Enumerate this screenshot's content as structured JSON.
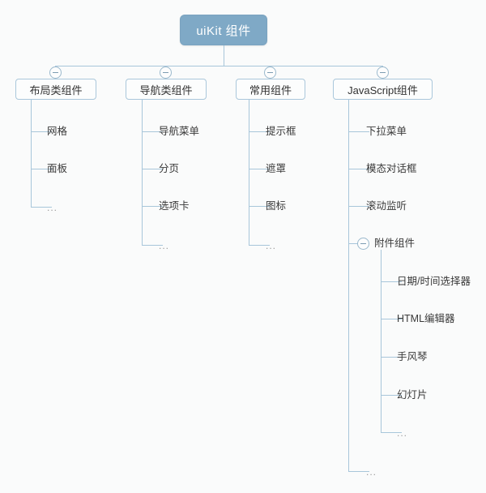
{
  "diagram": {
    "title": "uiKit 组件",
    "type": "mindmap-tree",
    "colors": {
      "root_fill": "#7fa9c6",
      "root_text": "#ffffff",
      "branch_fill": "#fcfdfd",
      "branch_border": "#aac7db",
      "connector": "#a8c6da",
      "leaf_text": "#3a3a3a",
      "ellipsis_text": "#9a9a9a",
      "background": "#fafbfb"
    },
    "root": {
      "label": "uiKit 组件",
      "collapsed": false
    },
    "branches": [
      {
        "label": "布局类组件",
        "toggle": "minus",
        "children": [
          {
            "label": "网格"
          },
          {
            "label": "面板"
          },
          {
            "label": "..."
          }
        ]
      },
      {
        "label": "导航类组件",
        "toggle": "minus",
        "children": [
          {
            "label": "导航菜单"
          },
          {
            "label": "分页"
          },
          {
            "label": "选项卡"
          },
          {
            "label": "..."
          }
        ]
      },
      {
        "label": "常用组件",
        "toggle": "minus",
        "children": [
          {
            "label": "提示框"
          },
          {
            "label": "遮罩"
          },
          {
            "label": "图标"
          },
          {
            "label": "..."
          }
        ]
      },
      {
        "label": "JavaScript组件",
        "toggle": "minus",
        "children": [
          {
            "label": "下拉菜单"
          },
          {
            "label": "模态对话框"
          },
          {
            "label": "滚动监听"
          },
          {
            "label": "附件组件",
            "toggle": "minus",
            "children": [
              {
                "label": "日期/时间选择器"
              },
              {
                "label": "HTML编辑器"
              },
              {
                "label": "手风琴"
              },
              {
                "label": "幻灯片"
              },
              {
                "label": "..."
              }
            ]
          },
          {
            "label": "..."
          }
        ]
      }
    ]
  }
}
